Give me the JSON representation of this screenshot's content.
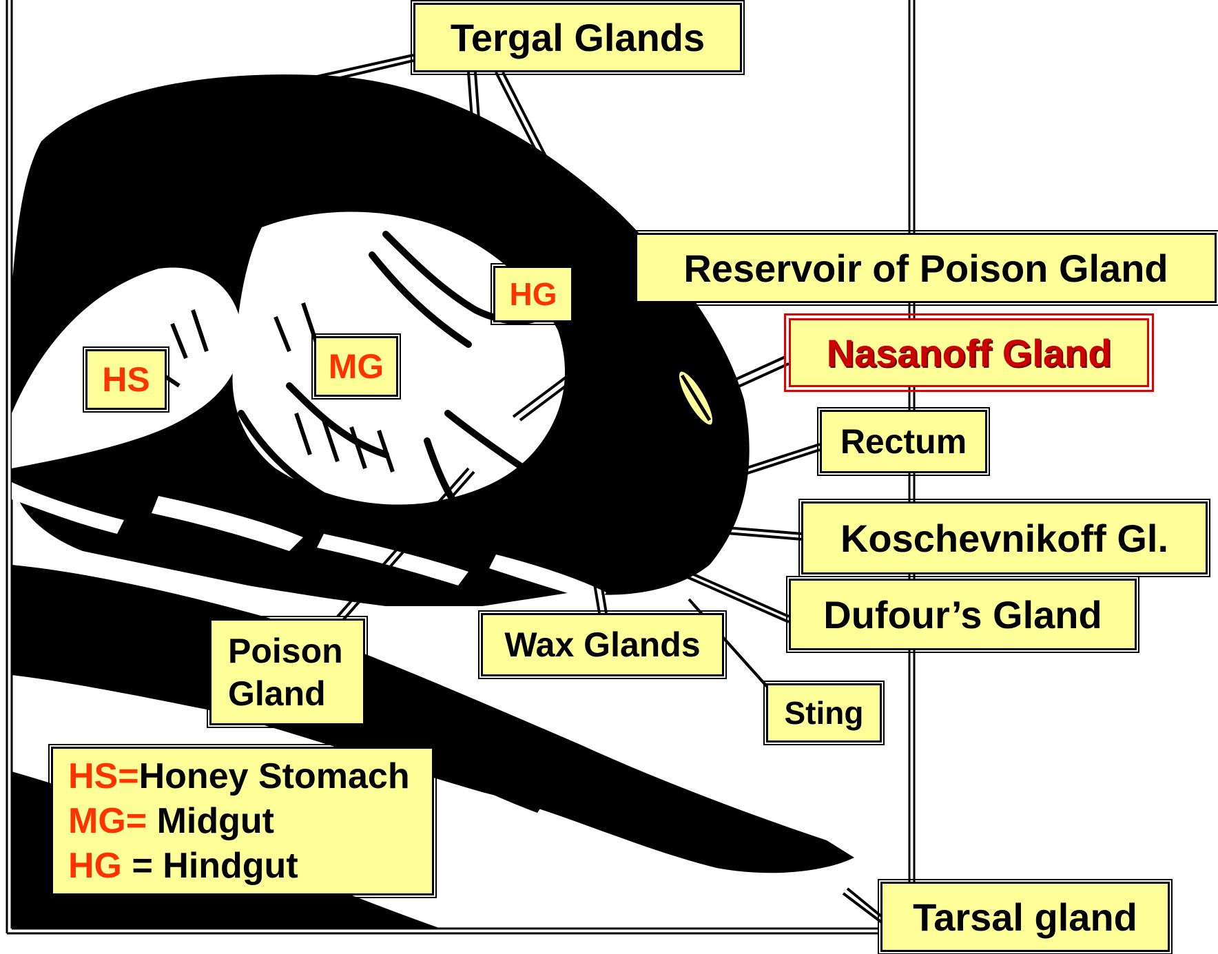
{
  "labels": {
    "tergal": "Tergal Glands",
    "reservoir": "Reservoir of Poison Gland",
    "nasanoff": "Nasanoff Gland",
    "rectum": "Rectum",
    "koschevnikoff": "Koschevnikoff Gl.",
    "dufour": "Dufour’s Gland",
    "sting": "Sting",
    "wax": "Wax Glands",
    "poison_line1": "Poison",
    "poison_line2": "Gland",
    "tarsal": "Tarsal gland",
    "hs": "HS",
    "mg": "MG",
    "hg": "HG"
  },
  "key": [
    {
      "abbr": "HS=",
      "text": "Honey Stomach"
    },
    {
      "abbr": "MG=",
      "text": " Midgut"
    },
    {
      "abbr": "HG",
      "text": " = Hindgut"
    }
  ],
  "colors": {
    "label_fill": "#ffff99",
    "abbr_text": "#ff3300",
    "highlight_label": "#cc0000",
    "ink": "#000000"
  }
}
